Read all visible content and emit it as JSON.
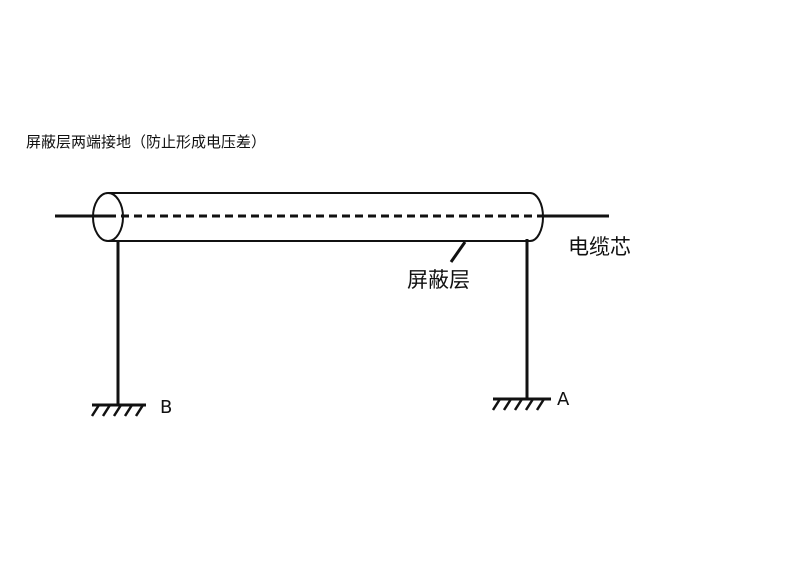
{
  "title": "屏蔽层两端接地（防止形成电压差）",
  "labels": {
    "core": "电缆芯",
    "shield": "屏蔽层",
    "ground_a": "A",
    "ground_b": "B"
  },
  "colors": {
    "line": "#111111",
    "background": "#ffffff"
  }
}
